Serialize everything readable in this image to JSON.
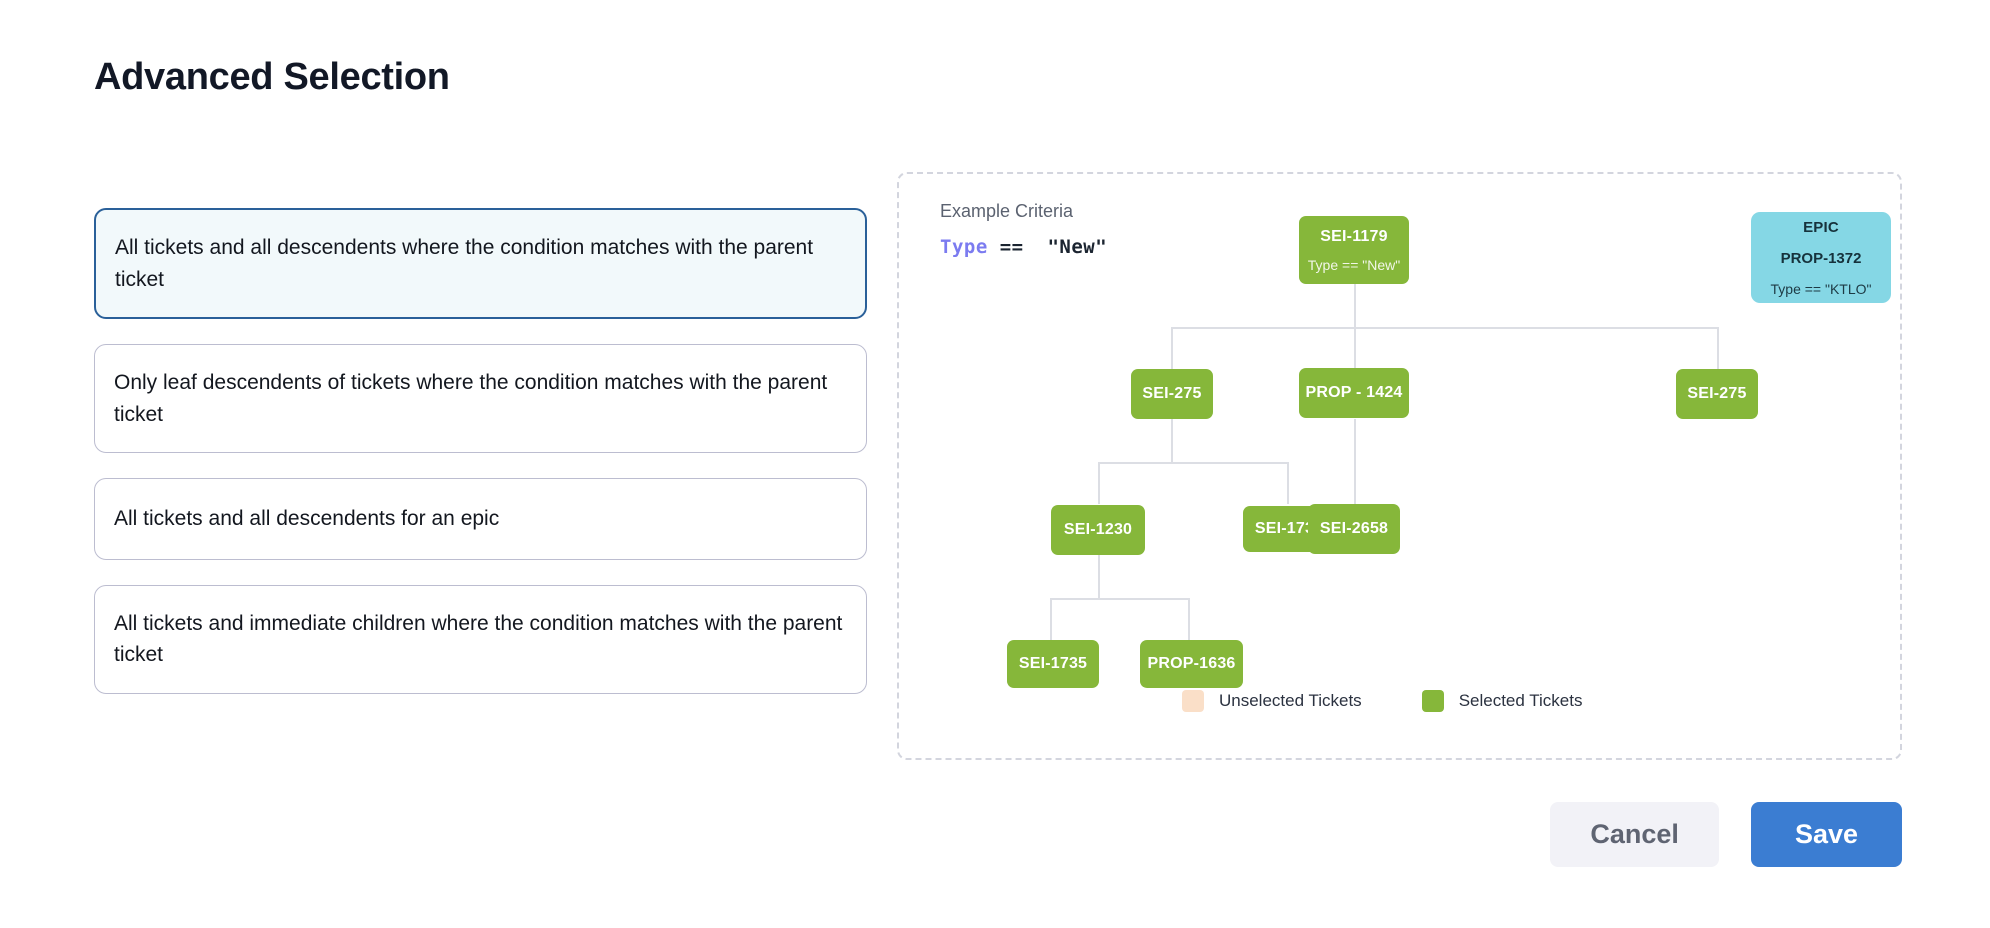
{
  "page": {
    "title": "Advanced Selection"
  },
  "options": [
    {
      "label": "All tickets and all descendents where the condition matches with the parent ticket",
      "selected": true
    },
    {
      "label": "Only leaf descendents of tickets where the condition matches with the parent ticket",
      "selected": false
    },
    {
      "label": "All tickets and all descendents for an epic",
      "selected": false
    },
    {
      "label": "All tickets and immediate children where the condition matches with the parent ticket",
      "selected": false
    }
  ],
  "diagram": {
    "criteria_label": "Example Criteria",
    "criteria_keyword": "Type",
    "criteria_rest": " ==  \"New\"",
    "epic": {
      "kind_label": "EPIC",
      "id": "PROP-1372",
      "condition": "Type == \"KTLO\""
    },
    "nodes": {
      "root": {
        "id": "SEI-1179",
        "condition": "Type == \"New\""
      },
      "l1a": {
        "id": "SEI-275"
      },
      "l1b": {
        "id": "PROP - 1424"
      },
      "l1c": {
        "id": "SEI-275"
      },
      "l2a": {
        "id": "SEI-1230"
      },
      "l2b": {
        "id": "SEI-1735"
      },
      "l2c": {
        "id": "SEI-2658"
      },
      "l3a": {
        "id": "SEI-1735"
      },
      "l3b": {
        "id": "PROP-1636"
      }
    },
    "legend": [
      {
        "label": "Unselected Tickets",
        "color": "#fadfc8"
      },
      {
        "label": "Selected Tickets",
        "color": "#86b73a"
      }
    ]
  },
  "footer": {
    "cancel_label": "Cancel",
    "save_label": "Save"
  },
  "colors": {
    "selected_node": "#86b73a",
    "epic_node": "#85d7e5",
    "unselected_swatch": "#fadfc8",
    "primary_button": "#3b7dd2",
    "selected_card_border": "#2a6099",
    "selected_card_bg": "#f2f9fb",
    "keyword": "#7b7bf0"
  }
}
